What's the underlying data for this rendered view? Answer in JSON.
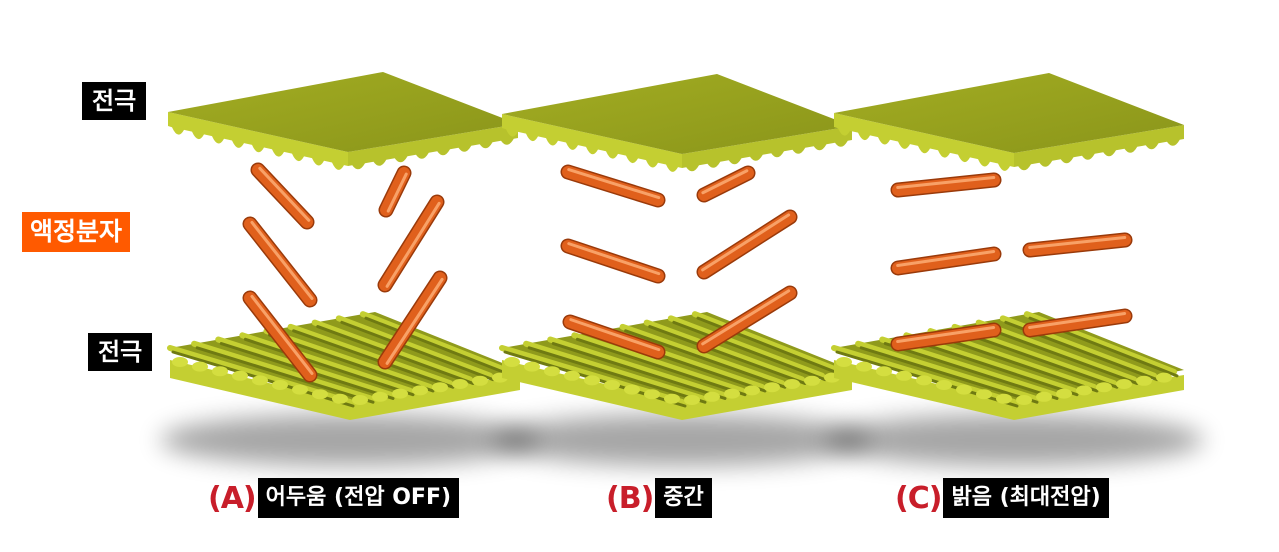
{
  "labels": {
    "electrode_top": "전극",
    "liquid_crystal": "액정분자",
    "electrode_bottom": "전극"
  },
  "panels": [
    {
      "letter": "(A)",
      "caption": "어두움 (전압 OFF)"
    },
    {
      "letter": "(B)",
      "caption": "중간"
    },
    {
      "letter": "(C)",
      "caption": "밝음 (최대전압)"
    }
  ],
  "colors": {
    "electrode": "#8f9a1c",
    "electrode_light": "#c4cf32",
    "molecule": "#e0601c",
    "caption_letter": "#c81e2a",
    "lc_label_bg": "#ff5a00"
  }
}
